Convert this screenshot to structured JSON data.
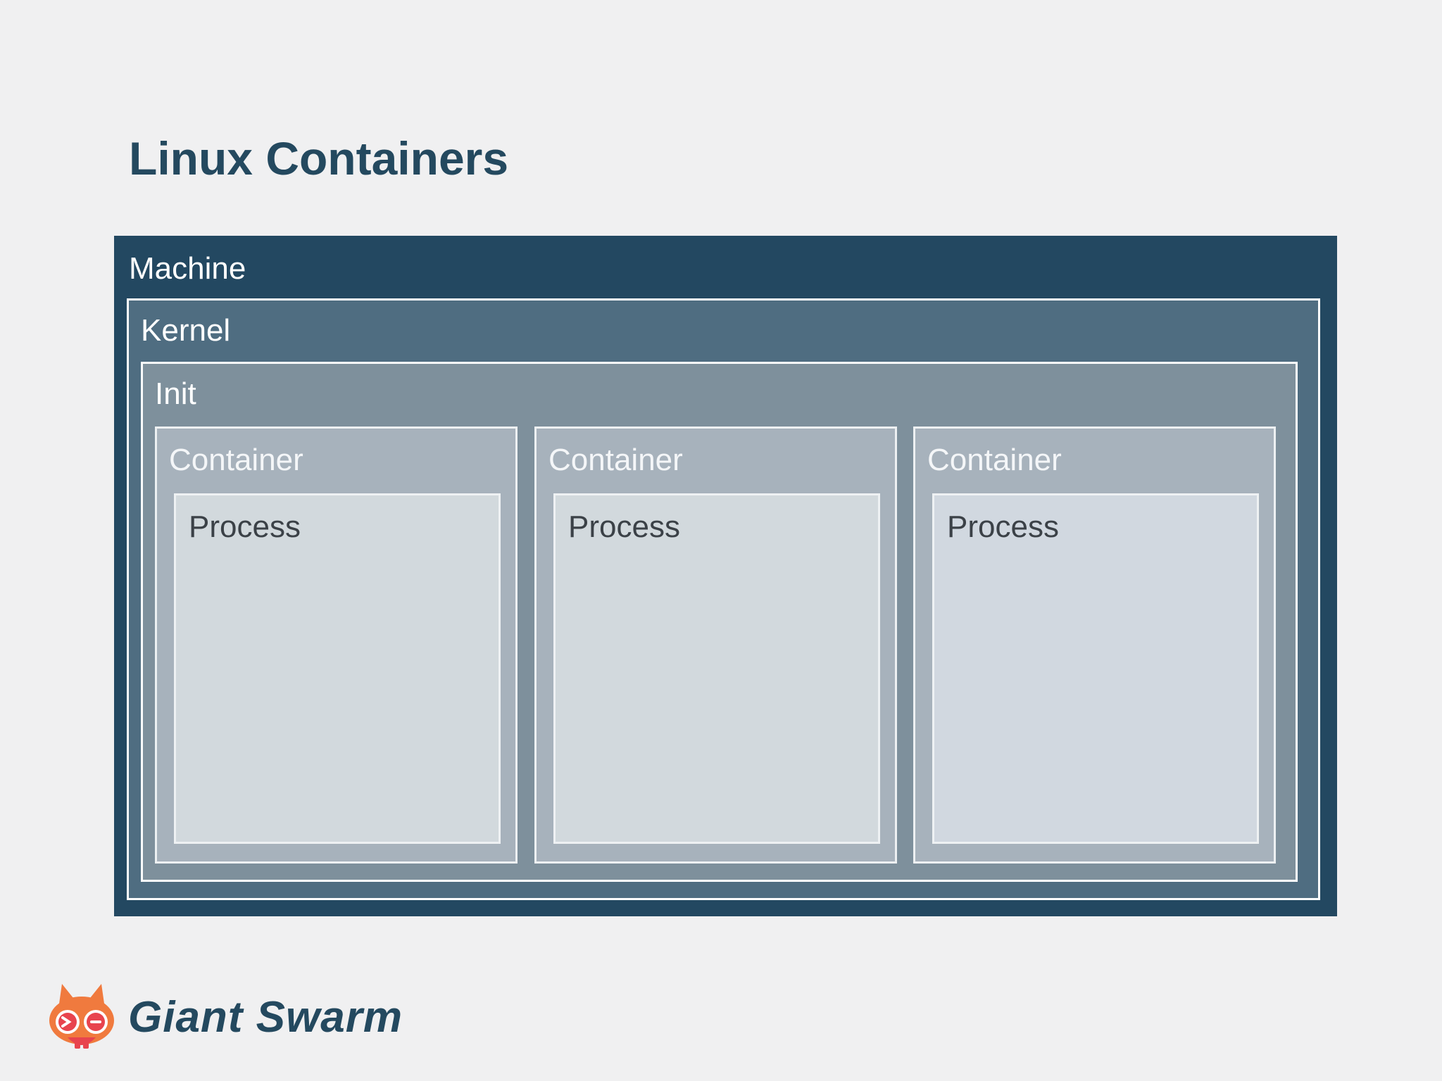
{
  "title": "Linux Containers",
  "diagram": {
    "machine": {
      "label": "Machine"
    },
    "kernel": {
      "label": "Kernel"
    },
    "init": {
      "label": "Init"
    },
    "containers": [
      {
        "label": "Container",
        "process": {
          "label": "Process"
        }
      },
      {
        "label": "Container",
        "process": {
          "label": "Process"
        }
      },
      {
        "label": "Container",
        "process": {
          "label": "Process"
        }
      }
    ]
  },
  "logo": {
    "text": "Giant Swarm",
    "icon": "ant-head-icon"
  },
  "colors": {
    "title": "#24495f",
    "machine": "#234861",
    "kernel": "#4f6d81",
    "init": "#7e909c",
    "container": "#a7b2bc",
    "process": "#d2d9dd",
    "logo_orange": "#f07a3e",
    "logo_red": "#e8444e"
  }
}
